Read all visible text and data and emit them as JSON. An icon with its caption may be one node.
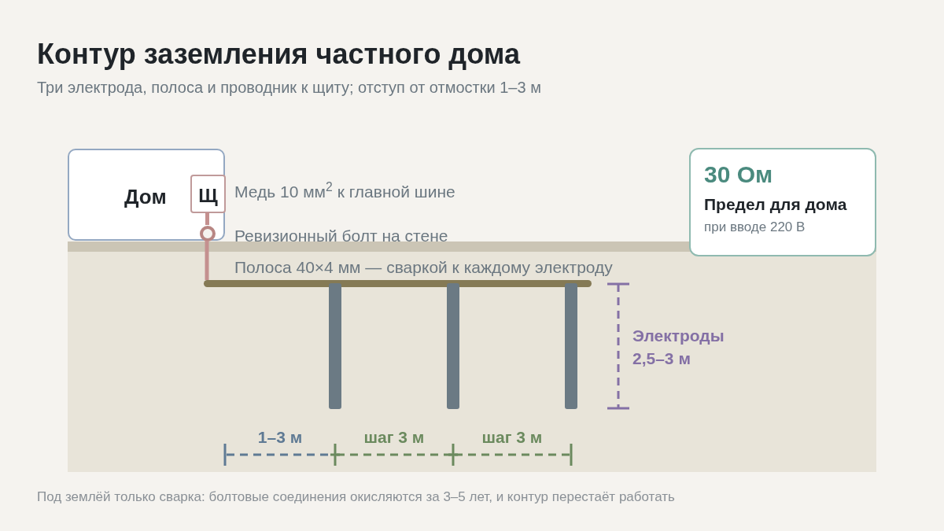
{
  "diagram": {
    "title": "Контур заземления частного дома",
    "caption": "Под землёй только сварка: болтовые соединения окисляются за 3–5 лет, и контур перестаёт работать",
    "nodes": [
      {
        "text": [
          "Дом"
        ]
      },
      {
        "text": [
          "Щ"
        ],
        "in": 0,
        "beside": [
          "Медь 10 мм$^{2}$ к главной шине"
        ]
      },
      {
        "text": [],
        "shape": "circle",
        "in": 0,
        "beside": [
          "Ревизионный болт на стене"
        ]
      },
      {
        "text": [],
        "shape": "bar",
        "beside": [
          "Полоса 40×4 мм — сваркой к каждому электроду"
        ]
      },
      {
        "text": [],
        "shape": "bar"
      },
      {
        "text": [],
        "shape": "bar"
      },
      {
        "text": [],
        "shape": "bar"
      },
      {
        "text": [
          "30 Ом",
          "Предел для дома",
          "при вводе 220 В"
        ]
      }
    ],
    "edges": [
      {
        "from": 1,
        "to": 2,
        "arrow": "none"
      },
      {
        "from": 2,
        "to": 3,
        "arrow": "none"
      }
    ],
    "labels": [
      "Три электрода, полоса и проводник к щиту; отступ от отмостки 1–3 м",
      "Электроды 2,5–3 м",
      "1–3 м",
      "шаг 3 м",
      "шаг 3 м"
    ]
  }
}
